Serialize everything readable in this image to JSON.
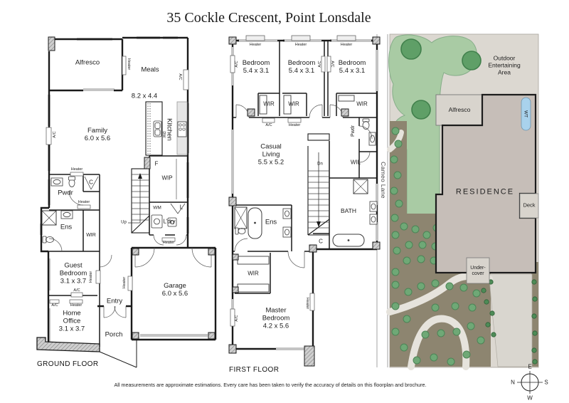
{
  "title": "35 Cockle Crescent, Point Lonsdale",
  "ground_floor": {
    "name": "GROUND FLOOR",
    "alfresco": "Alfresco",
    "meals": "Meals",
    "kitchen_meals_dim": "8.2 x 4.4",
    "kitchen": "Kitchen",
    "family": "Family\n6.0 x 5.6",
    "guest_bedroom": "Guest\nBedroom\n3.1 x 3.7",
    "home_office": "Home\nOffice\n3.1 x 3.7",
    "entry": "Entry",
    "porch": "Porch",
    "garage": "Garage\n6.0 x 5.6"
  },
  "first_floor": {
    "name": "FIRST FLOOR",
    "bedroom": "Bedroom\n5.4 x 3.1",
    "casual_living": "Casual\nLiving\n5.5 x 5.2",
    "master_bedroom": "Master\nBedroom\n4.2 x 5.6"
  },
  "labels": {
    "heater": "Heater",
    "ac": "A/C",
    "wir": "WIR",
    "pwdr": "Pwdr",
    "ens": "Ens",
    "wip": "WIP",
    "wil": "WIL",
    "ldry": "L'dry",
    "bath": "BATH",
    "wm": "WM",
    "dw": "DW",
    "f": "F",
    "l": "L",
    "c": "C",
    "up": "Up",
    "dn": "Dn"
  },
  "site_plan": {
    "outdoor_entertaining_area": "Outdoor\nEntertaining\nArea",
    "alfresco": "Alfresco",
    "water_tank": "WT",
    "street": "Cameo Lane",
    "residence": "RESIDENCE",
    "deck": "Deck",
    "undercover": "Under-\ncover"
  },
  "compass": {
    "north": "N",
    "east": "E",
    "south": "S",
    "west": "W"
  },
  "disclaimer": "All measurements are approximate estimations. Every care has been taken to verify the accuracy of details on this floorplan and brochure.",
  "colors": {
    "wall": "#1a1a1a",
    "window": "#c4c4c4",
    "grass": "#a9cba4",
    "tree": "#5f9f67",
    "garden_bed": "#8d8570",
    "shrub": "#6fa876",
    "residence_fill": "#c6beb8",
    "paving": "#dcd8d1",
    "water_tank": "#a9d2ec"
  }
}
